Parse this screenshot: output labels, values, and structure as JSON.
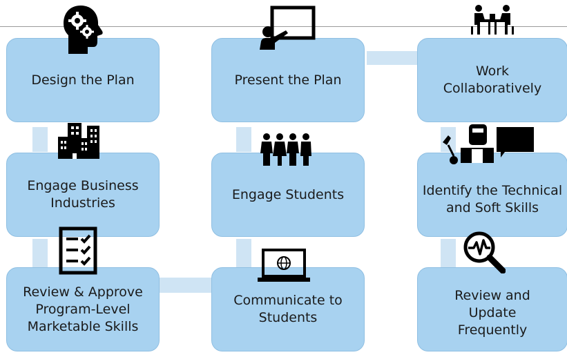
{
  "steps": [
    {
      "label": "Design the Plan",
      "icon": "head-gears-icon"
    },
    {
      "label": "Present the Plan",
      "icon": "presenter-board-icon"
    },
    {
      "label": "Work Collaboratively",
      "icon": "people-meeting-icon"
    },
    {
      "label": "Engage Business Industries",
      "icon": "buildings-icon"
    },
    {
      "label": "Engage Students",
      "icon": "group-people-icon"
    },
    {
      "label": "Identify the Technical and Soft Skills",
      "icon": "welder-speech-icon"
    },
    {
      "label": "Review & Approve Program-Level Marketable Skills",
      "icon": "checklist-icon"
    },
    {
      "label": "Communicate to Students",
      "icon": "laptop-globe-icon"
    },
    {
      "label": "Review and Update Frequently",
      "icon": "magnifier-pulse-icon"
    }
  ],
  "colors": {
    "box_fill": "#a8d2f0",
    "connector": "#cfe4f4",
    "icon": "#000000"
  }
}
